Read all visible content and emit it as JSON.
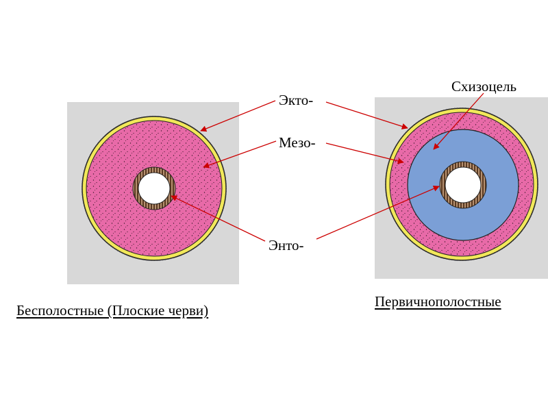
{
  "labels": {
    "ecto": "Экто-",
    "meso": "Мезо-",
    "ento": "Энто-",
    "schizocoel": "Схизоцель"
  },
  "captions": {
    "acoelomate": "Бесполостные (Плоские черви)",
    "pseudocoelomate": "Первичнополостные"
  },
  "colors": {
    "panel": "#d8d8d8",
    "ectoderm": "#f2e85a",
    "mesoderm": "#e86aa8",
    "cavity": "#7b9fd6",
    "gut_wall": "#8a6a4a",
    "arrow": "#cc0000"
  }
}
